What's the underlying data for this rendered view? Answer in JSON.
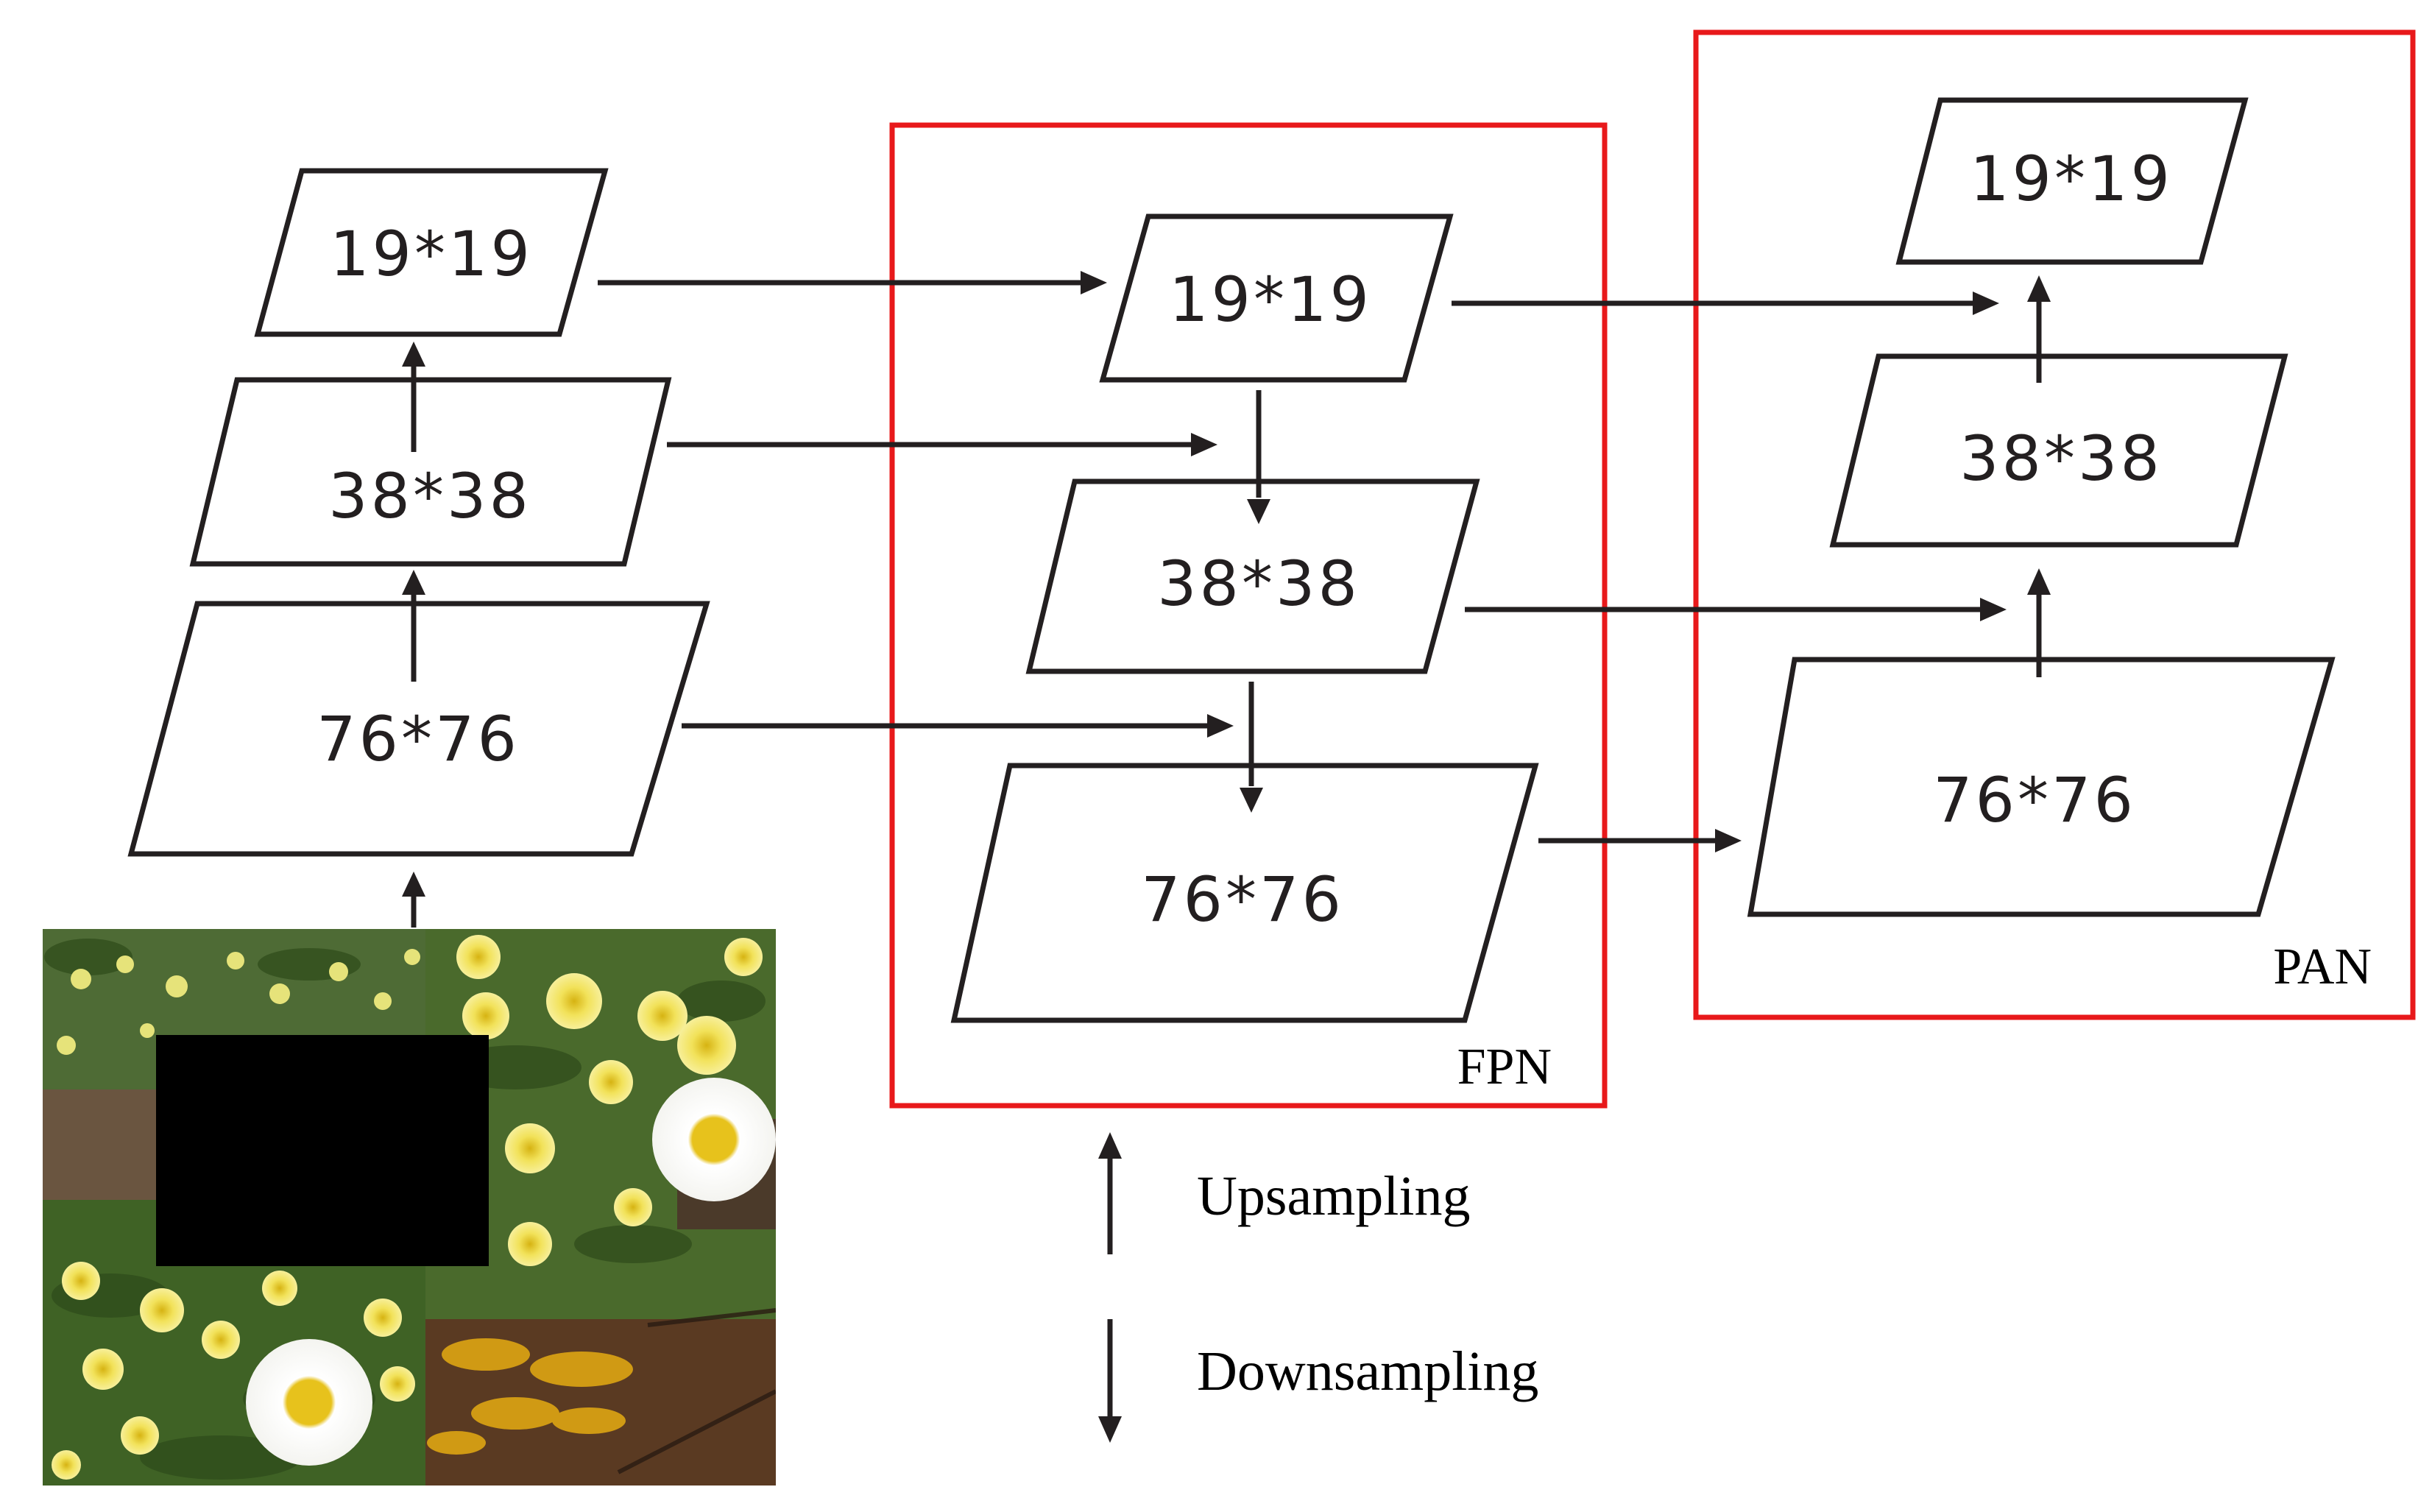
{
  "backbone": {
    "box_19": "19*19",
    "box_38": "38*38",
    "box_76": "76*76"
  },
  "fpn": {
    "label": "FPN",
    "box_19": "19*19",
    "box_38": "38*38",
    "box_76": "76*76"
  },
  "pan": {
    "label": "PAN",
    "box_19": "19*19",
    "box_38": "38*38",
    "box_76": "76*76"
  },
  "legend": {
    "upsampling": "Upsampling",
    "downsampling": "Downsampling"
  },
  "colors": {
    "group_border": "#e8191b",
    "stroke": "#231f20",
    "background": "#ffffff"
  },
  "input_image": {
    "description_icon": "mosaic-flower-photo"
  }
}
